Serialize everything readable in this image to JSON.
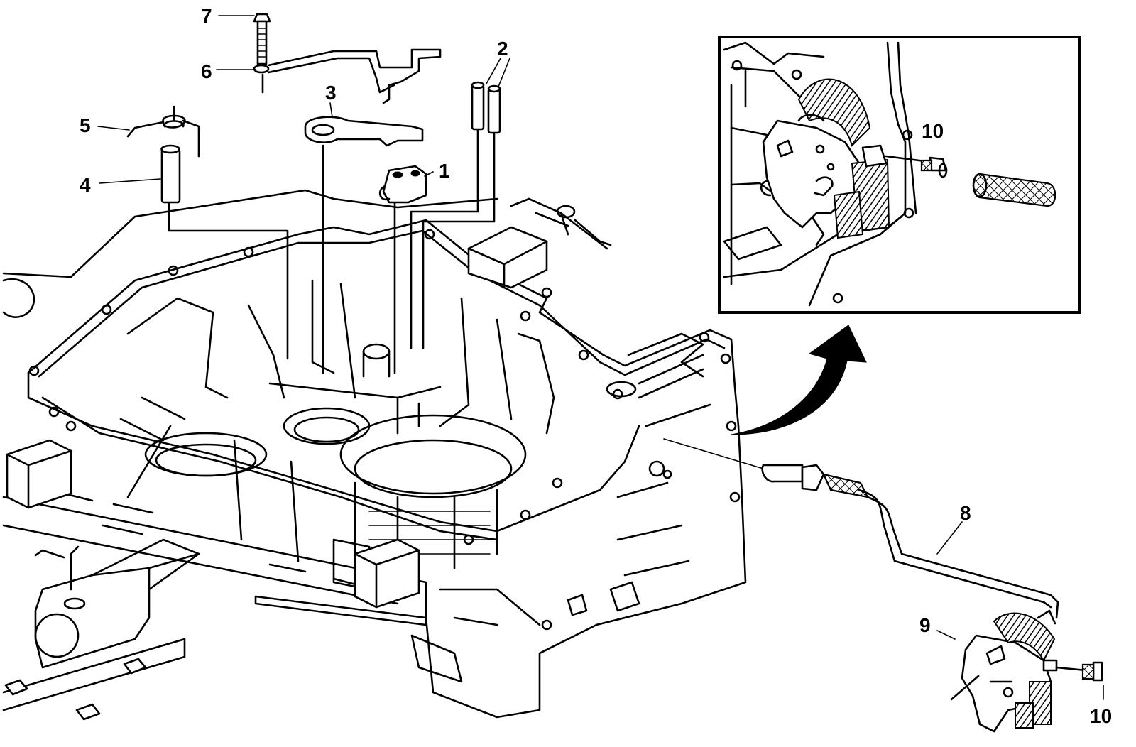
{
  "figure": {
    "callouts": [
      {
        "id": "1",
        "label": "1"
      },
      {
        "id": "2",
        "label": "2"
      },
      {
        "id": "3",
        "label": "3"
      },
      {
        "id": "4",
        "label": "4"
      },
      {
        "id": "5",
        "label": "5"
      },
      {
        "id": "6",
        "label": "6"
      },
      {
        "id": "7",
        "label": "7"
      },
      {
        "id": "8",
        "label": "8"
      },
      {
        "id": "9",
        "label": "9"
      },
      {
        "id": "10a",
        "label": "10"
      },
      {
        "id": "10b",
        "label": "10"
      }
    ]
  }
}
